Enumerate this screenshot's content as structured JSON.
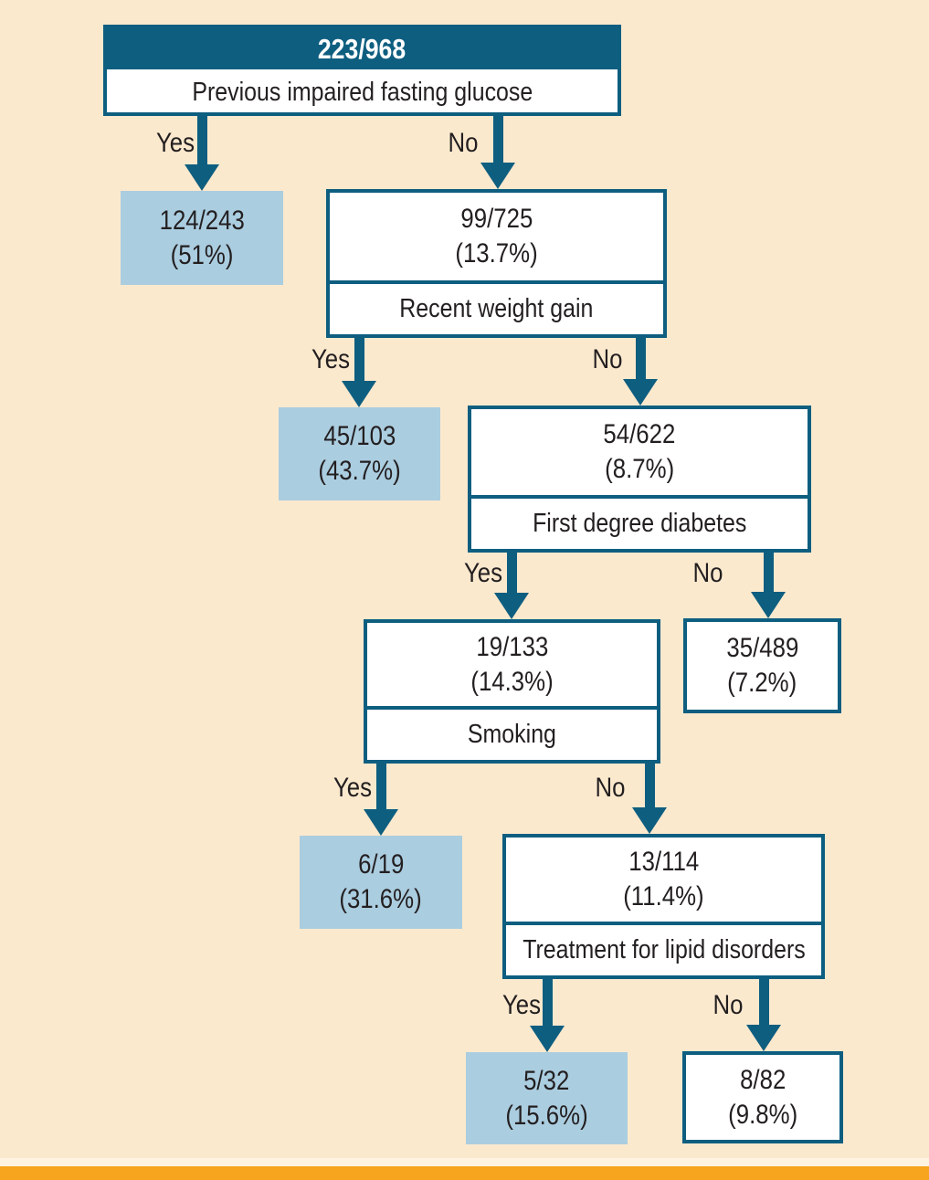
{
  "colors": {
    "background": "#FBE9CE",
    "accent_teal": "#0E5E80",
    "leaf_blue": "#ABCDE0",
    "footer_orange": "#F7A41E",
    "text": "#231F20",
    "node_fill": "#FFFFFF"
  },
  "tree": {
    "branch_yes": "Yes",
    "branch_no": "No",
    "root": {
      "count": "223/968",
      "question": "Previous impaired fasting glucose"
    },
    "ifg_yes_leaf": {
      "line1": "124/243",
      "line2": "(51%)"
    },
    "weight_node": {
      "line1": "99/725",
      "line2": "(13.7%)",
      "question": "Recent weight gain"
    },
    "weight_yes_leaf": {
      "line1": "45/103",
      "line2": "(43.7%)"
    },
    "diabetes_node": {
      "line1": "54/622",
      "line2": "(8.7%)",
      "question": "First degree diabetes"
    },
    "smoking_node": {
      "line1": "19/133",
      "line2": "(14.3%)",
      "question": "Smoking"
    },
    "diabetes_no_leaf": {
      "line1": "35/489",
      "line2": "(7.2%)"
    },
    "smoking_yes_leaf": {
      "line1": "6/19",
      "line2": "(31.6%)"
    },
    "lipid_node": {
      "line1": "13/114",
      "line2": "(11.4%)",
      "question": "Treatment for lipid disorders"
    },
    "lipid_yes_leaf": {
      "line1": "5/32",
      "line2": "(15.6%)"
    },
    "lipid_no_leaf": {
      "line1": "8/82",
      "line2": "(9.8%)"
    }
  }
}
